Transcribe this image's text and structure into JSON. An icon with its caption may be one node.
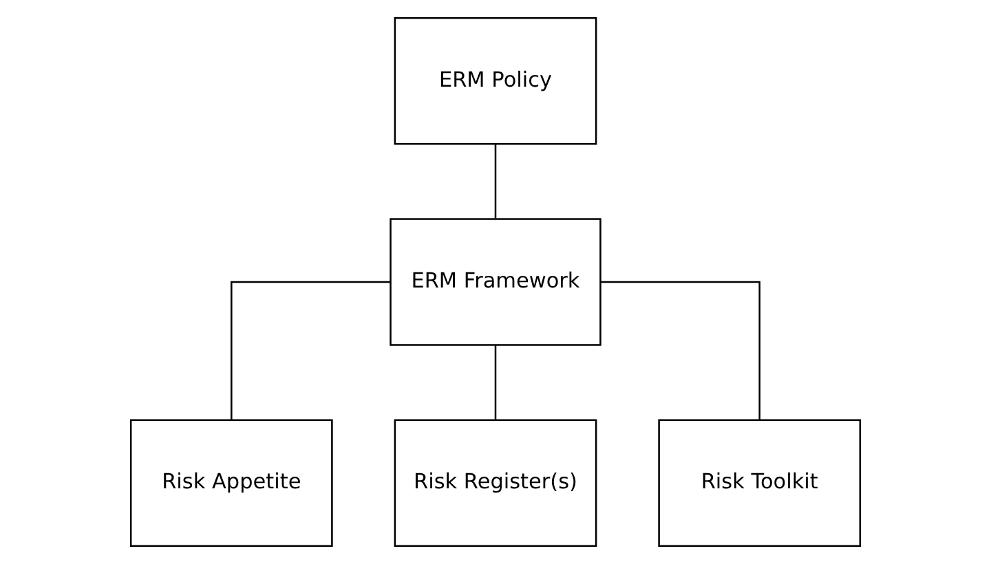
{
  "diagram": {
    "nodes": [
      {
        "text": [
          "ERM Policy"
        ]
      },
      {
        "text": [
          "ERM Framework"
        ]
      },
      {
        "text": [
          "Risk Appetite"
        ]
      },
      {
        "text": [
          "Risk Register(s)"
        ]
      },
      {
        "text": [
          "Risk Toolkit"
        ]
      }
    ],
    "edges": [
      {
        "from": 0,
        "to": 1,
        "arrow": "none"
      },
      {
        "from": 1,
        "to": 2,
        "arrow": "none"
      },
      {
        "from": 1,
        "to": 3,
        "arrow": "none"
      },
      {
        "from": 1,
        "to": 4,
        "arrow": "none"
      }
    ]
  }
}
